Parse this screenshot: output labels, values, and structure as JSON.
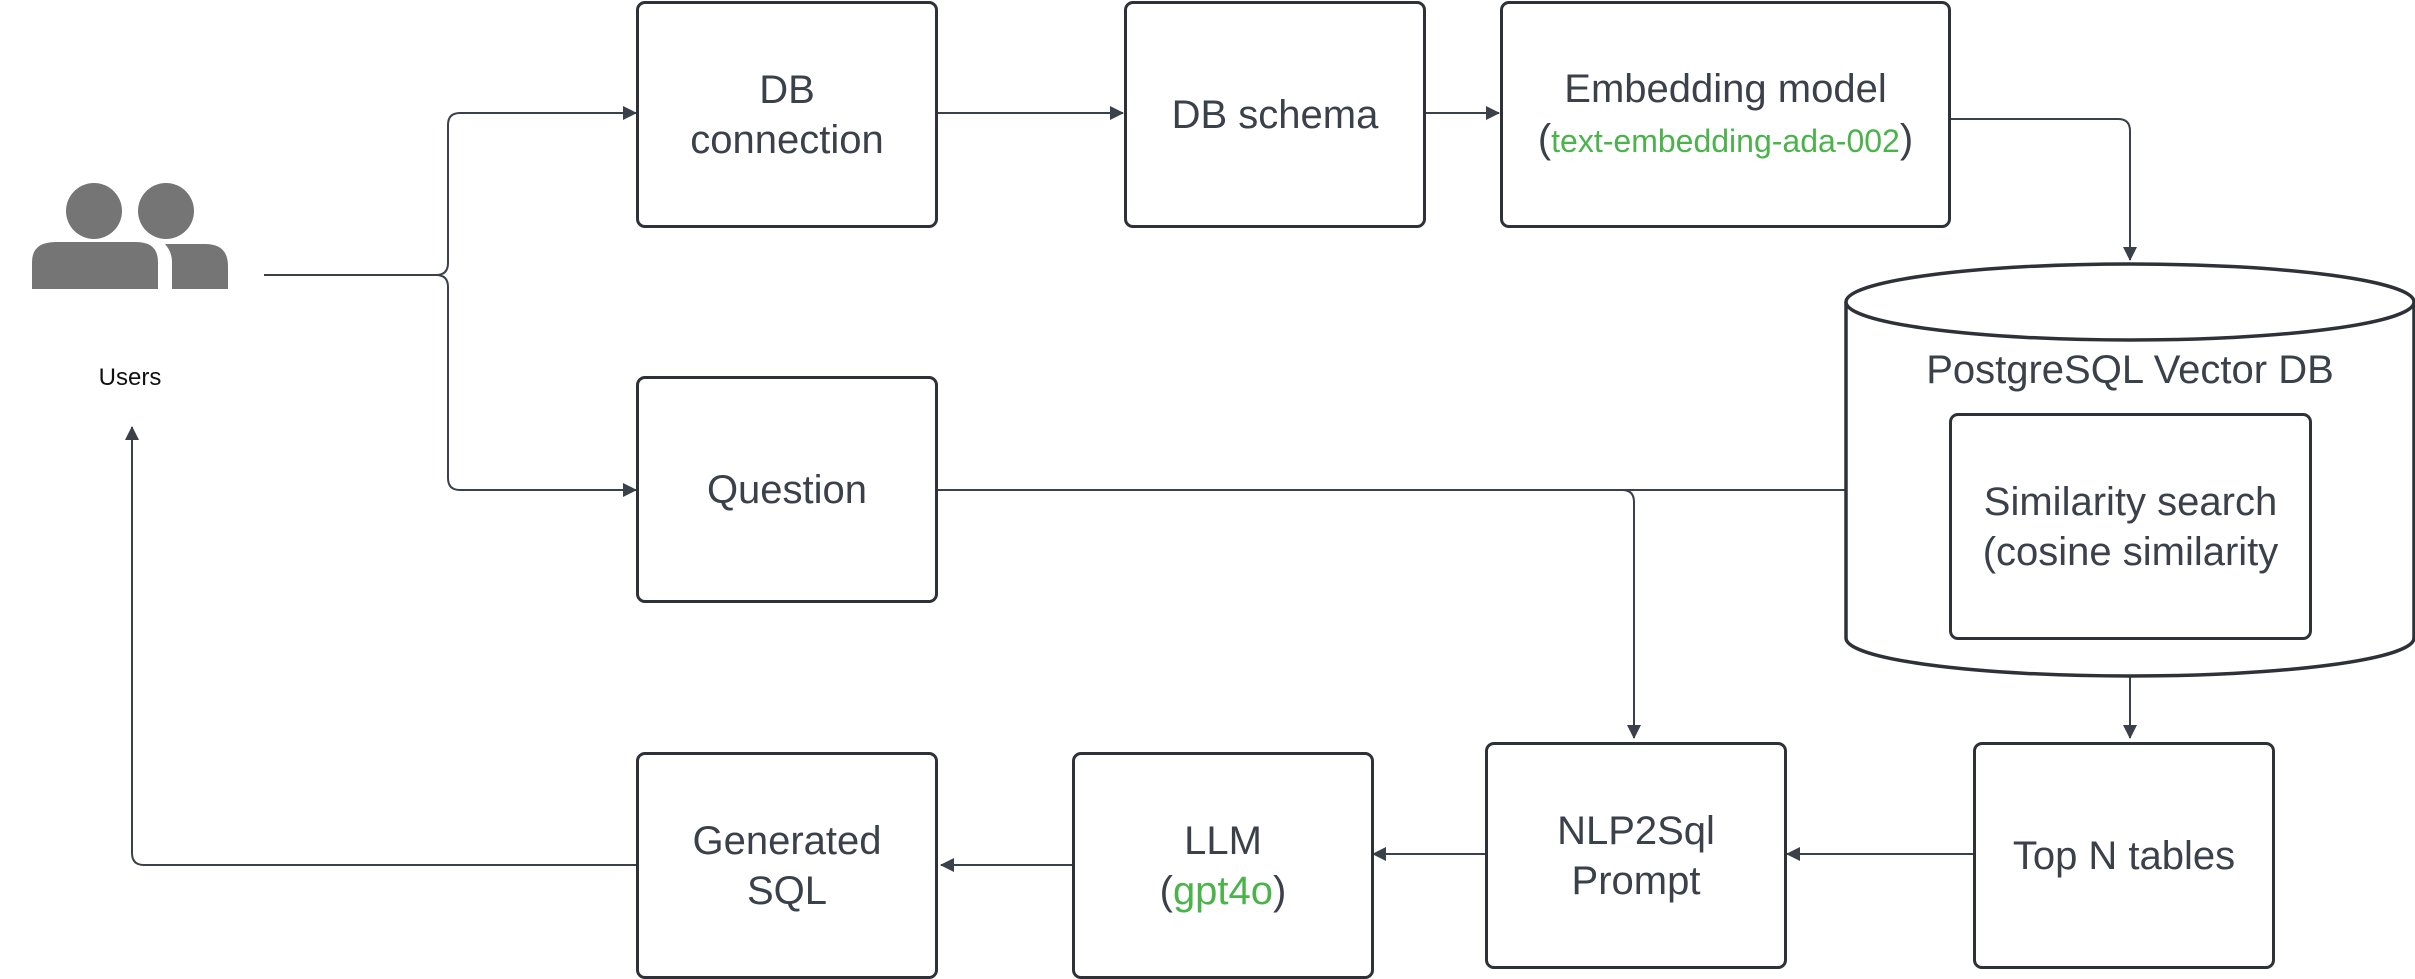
{
  "users": {
    "label": "Users",
    "icon": "users-icon"
  },
  "nodes": {
    "db_connection": {
      "line1": "DB",
      "line2": "connection"
    },
    "db_schema": {
      "label": "DB schema"
    },
    "embedding": {
      "line1": "Embedding model",
      "model": "text-embedding-ada-002",
      "open": "(",
      "close": ")"
    },
    "question": {
      "label": "Question"
    },
    "vector_db": {
      "title": "PostgreSQL Vector DB"
    },
    "similarity": {
      "line1": "Similarity search",
      "line2": "(cosine similarity"
    },
    "top_n": {
      "label": "Top N tables"
    },
    "nlp2sql": {
      "line1": "NLP2Sql",
      "line2": "Prompt"
    },
    "llm": {
      "line1": "LLM",
      "model": "gpt4o",
      "open": "(",
      "close": ")"
    },
    "generated_sql": {
      "line1": "Generated",
      "line2": "SQL"
    }
  },
  "colors": {
    "accent": "#4bb34b",
    "stroke": "#2e3238",
    "text": "#3a414a",
    "icon": "#757575"
  }
}
